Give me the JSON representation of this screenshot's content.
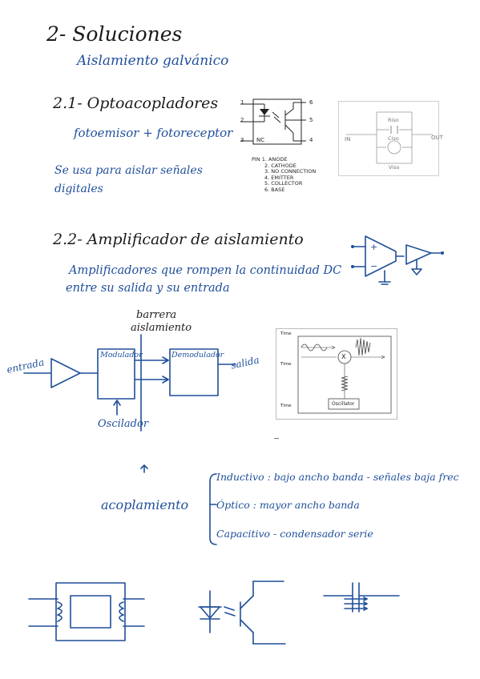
{
  "section2": {
    "title": "2- Soluciones",
    "subtitle": "Aislamiento galvánico"
  },
  "section21": {
    "title": "2.1- Optoacopladores",
    "line1": "fotoemisor + fotoreceptor",
    "note_l1": "Se usa para aislar señales",
    "note_l2": "digitales"
  },
  "opto_figure": {
    "pin1": "1",
    "pin2": "2",
    "pin3": "3",
    "pin4": "4",
    "pin5": "5",
    "pin6": "6",
    "nc": "NC",
    "legend": [
      "PIN 1. ANODE",
      "2. CATHODE",
      "3. NO CONNECTION",
      "4. EMITTER",
      "5. COLLECTOR",
      "6. BASE"
    ]
  },
  "iso_figure": {
    "in": "IN",
    "out": "OUT",
    "riso": "Riso",
    "ciso": "Ciso",
    "viso": "Viso"
  },
  "section22": {
    "title": "2.2- Amplificador de aislamiento",
    "desc_l1": "Amplificadores que rompen la continuidad DC",
    "desc_l2": "entre su salida y su entrada"
  },
  "block_diagram": {
    "barrier_l1": "barrera",
    "barrier_l2": "aislamiento",
    "entrada": "entrada",
    "modulador": "Modulador",
    "demodulador": "Demodulador",
    "salida": "salida",
    "oscilador": "Oscilador"
  },
  "mod_figure": {
    "time1": "Time",
    "time2": "Time",
    "time3": "Time",
    "x": "X",
    "oscillator": "Oscillator"
  },
  "coupling": {
    "word": "acoplamiento",
    "inductivo": "Inductivo : bajo ancho banda - señales baja frec",
    "optico": "Óptico : mayor ancho banda",
    "capacitivo": "Capacitivo - condensador serie"
  }
}
